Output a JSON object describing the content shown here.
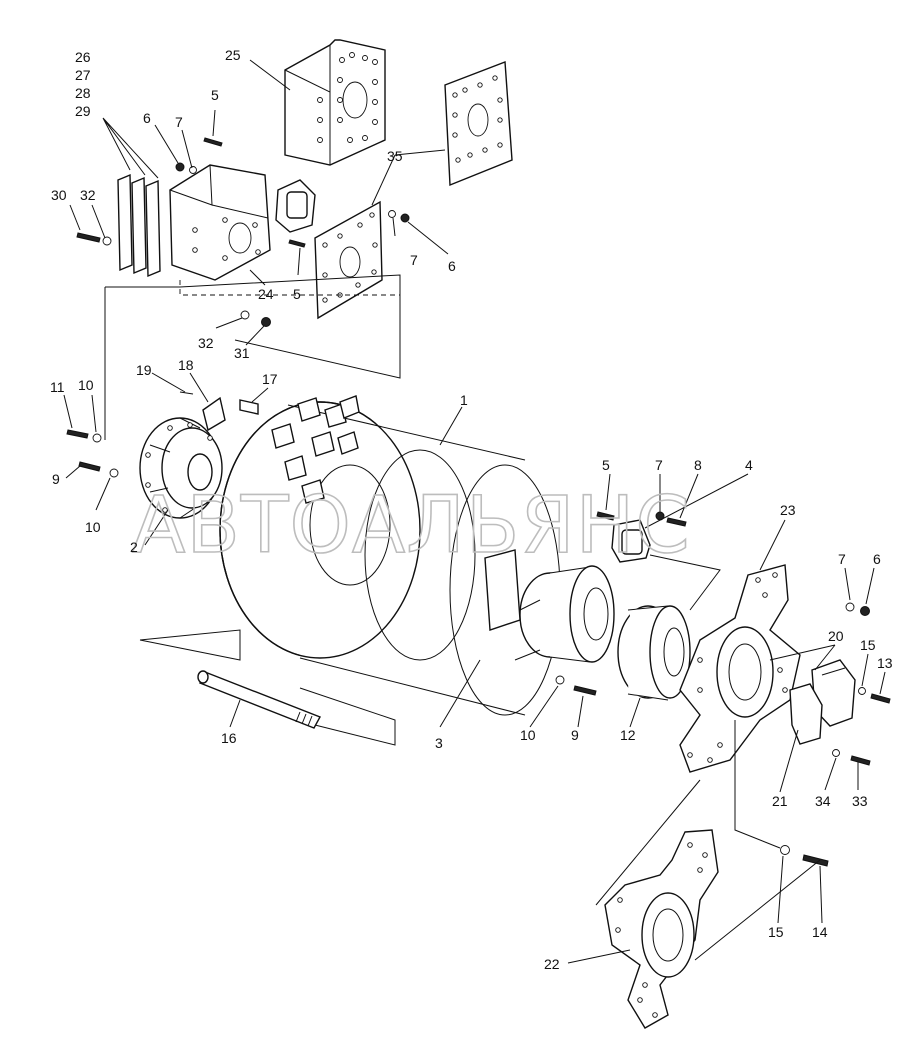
{
  "watermark": "АВТОАЛЬЯНС",
  "callouts": {
    "c1": "1",
    "c2": "2",
    "c3": "3",
    "c4": "4",
    "c5a": "5",
    "c5b": "5",
    "c5c": "5",
    "c6a": "6",
    "c6b": "6",
    "c6c": "6",
    "c7a": "7",
    "c7b": "7",
    "c7c": "7",
    "c7d": "7",
    "c8": "8",
    "c9a": "9",
    "c9b": "9",
    "c10a": "10",
    "c10b": "10",
    "c10c": "10",
    "c11": "11",
    "c12": "12",
    "c13": "13",
    "c14": "14",
    "c15a": "15",
    "c15b": "15",
    "c16": "16",
    "c17": "17",
    "c18": "18",
    "c19": "19",
    "c20": "20",
    "c21": "21",
    "c22": "22",
    "c23": "23",
    "c24": "24",
    "c25": "25",
    "c26": "26",
    "c27": "27",
    "c28": "28",
    "c29": "29",
    "c30": "30",
    "c31": "31",
    "c32a": "32",
    "c32b": "32",
    "c33": "33",
    "c34": "34",
    "c35": "35"
  }
}
